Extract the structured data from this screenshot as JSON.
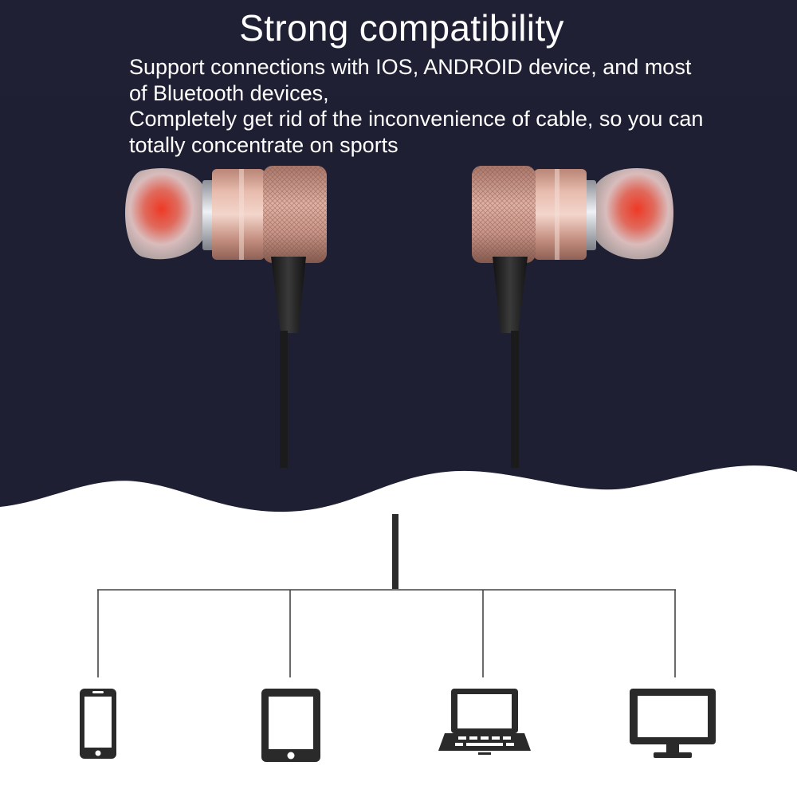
{
  "heading": "Strong compatibility",
  "description": [
    "Support connections with IOS, ANDROID device, and most",
    "of Bluetooth devices,",
    "Completely get rid of the inconvenience of cable, so you can",
    "totally concentrate on sports"
  ],
  "colors": {
    "background_dark": "#1e1f33",
    "background_light": "#ffffff",
    "earbud_metal": "#d9a99a",
    "ear_tip": "#cfc7c7",
    "ear_tip_glow": "#e8392a",
    "cable": "#1b1b1b",
    "device_icons": "#2a2a2a"
  },
  "devices": [
    {
      "icon": "smartphone-icon"
    },
    {
      "icon": "tablet-icon"
    },
    {
      "icon": "laptop-icon"
    },
    {
      "icon": "monitor-icon"
    }
  ]
}
